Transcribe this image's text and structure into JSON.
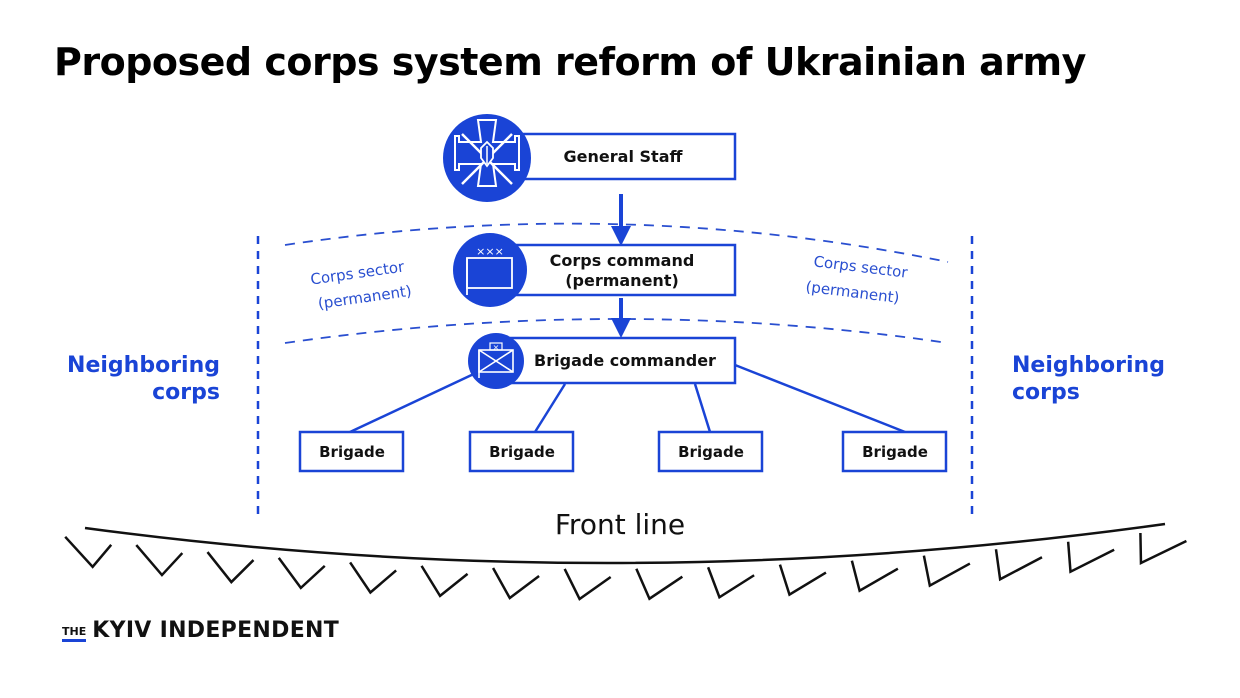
{
  "title": "Proposed corps system reform of Ukrainian army",
  "colors": {
    "accent": "#1a44d6",
    "text": "#111111",
    "background": "#ffffff"
  },
  "nodes": {
    "general_staff": {
      "label": "General Staff",
      "icon": "general-staff-emblem-icon"
    },
    "corps_command": {
      "line1": "Corps command",
      "line2": "(permanent)",
      "icon": "corps-flag-icon",
      "icon_mark": "×××"
    },
    "brigade_commander": {
      "label": "Brigade commander",
      "icon": "brigade-flag-icon",
      "icon_mark": "×"
    },
    "brigades": [
      {
        "label": "Brigade"
      },
      {
        "label": "Brigade"
      },
      {
        "label": "Brigade"
      },
      {
        "label": "Brigade"
      }
    ]
  },
  "sector_labels": {
    "left": {
      "line1": "Corps sector",
      "line2": "(permanent)"
    },
    "right": {
      "line1": "Corps sector",
      "line2": "(permanent)"
    }
  },
  "neighbors": {
    "left": {
      "line1": "Neighboring",
      "line2": "corps"
    },
    "right": {
      "line1": "Neighboring",
      "line2": "corps"
    }
  },
  "front_line": {
    "label": "Front line",
    "tooth_count": 16
  },
  "logo": {
    "the": "THE",
    "name": "KYIV INDEPENDENT"
  }
}
